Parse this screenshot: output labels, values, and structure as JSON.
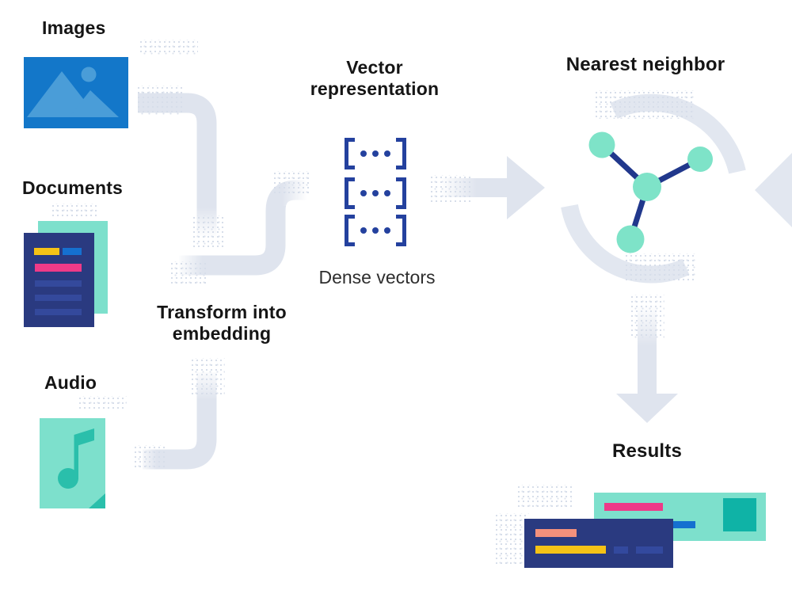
{
  "labels": {
    "images": "Images",
    "documents": "Documents",
    "audio": "Audio",
    "transform_line1": "Transform into",
    "transform_line2": "embedding",
    "vector_title_line1": "Vector",
    "vector_title_line2": "representation",
    "dense_vectors_caption": "Dense vectors",
    "nearest_neighbor": "Nearest neighbor",
    "results": "Results"
  },
  "vector_block": {
    "rows": 3,
    "dots_per_row": 3,
    "bracket_left": "[",
    "bracket_right": "]"
  },
  "icons": {
    "images_icon": "photo-thumbnail-mountains-sun",
    "documents_icon": "stacked-document-cards",
    "audio_icon": "music-note-file",
    "vector_icon": "bracketed-dense-vectors",
    "nearest_neighbor_icon": "connected-graph-nodes-with-arcs",
    "results_icon": "overlapping-result-cards",
    "flow_icons": [
      "right-arrow",
      "down-arrow",
      "left-arrowhead",
      "elbow-connector-pipes"
    ]
  },
  "colors": {
    "primary_blue": "#1377c9",
    "light_blue": "#4a9dd8",
    "navy": "#2a3a80",
    "row_blue": "#34499c",
    "bright_blue": "#1570d0",
    "yellow": "#f5c216",
    "pink": "#ee3a88",
    "salmon": "#f4917c",
    "teal": "#7de0cc",
    "node_teal": "#7ee3c8",
    "dark_teal": "#2abfab",
    "deep_teal": "#0fb3a6",
    "bracket_navy": "#24419e",
    "edge_navy": "#21388c",
    "connector_gray": "#dfe4ee",
    "arc_gray": "#e2e7f0",
    "text": "#151515"
  }
}
